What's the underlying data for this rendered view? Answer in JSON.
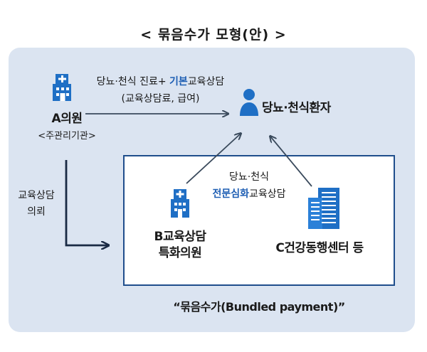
{
  "title": "< 묶음수가 모형(안) >",
  "nodes": {
    "a_clinic": {
      "name": "A의원",
      "role": "<주관리기관>"
    },
    "patient": {
      "name": "당뇨·천식환자"
    },
    "b_clinic": {
      "line1": "B교육상담",
      "line2": "특화의원"
    },
    "c_center": {
      "name": "C건강동행센터 등"
    }
  },
  "edges": {
    "a_to_patient": {
      "line1_part1": "당뇨·천식 진료+ ",
      "line1_highlight": "기본",
      "line1_part2": "교육상담",
      "line2": "(교육상담료, 급여)"
    },
    "a_to_b": {
      "line1": "교육상담",
      "line2": "의뢰"
    },
    "specialist": {
      "line1": "당뇨·천식",
      "line2_highlight": "전문심화",
      "line2_rest": "교육상담"
    }
  },
  "caption": "“묶음수가(Bundled payment)”",
  "colors": {
    "navy": "#1f4e8c",
    "icon_blue": "#1f6fc5",
    "highlight_blue": "#1f5fb4",
    "panel_bg": "#dbe4f1"
  }
}
